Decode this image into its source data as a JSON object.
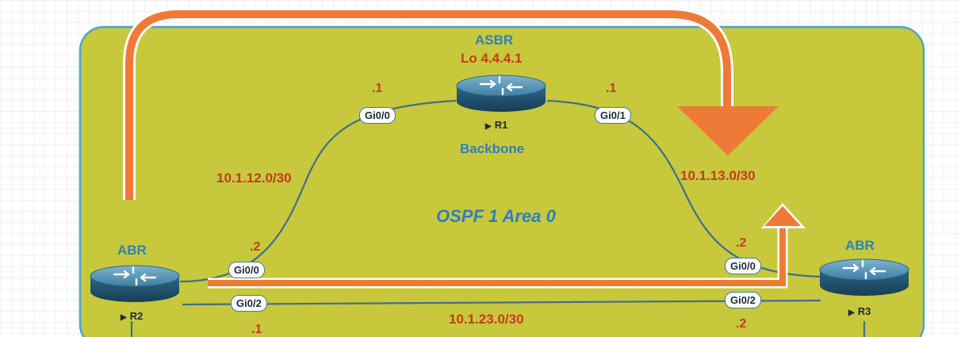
{
  "colors": {
    "area_fill": "#c7c83b",
    "area_border": "#4ea3c9",
    "link": "#3f6f8c",
    "arrow": "#ef7a38",
    "role_text": "#2f7fc0",
    "net_text": "#c83a1e"
  },
  "area": {
    "label": "OSPF 1 Area 0"
  },
  "routers": {
    "r1": {
      "role": "ASBR",
      "loopback": "Lo 4.4.4.1",
      "hostname": "R1",
      "caption": "Backbone",
      "icon": "router-icon"
    },
    "r2": {
      "role": "ABR",
      "hostname": "R2",
      "icon": "router-icon"
    },
    "r3": {
      "role": "ABR",
      "hostname": "R3",
      "icon": "router-icon"
    }
  },
  "networks": {
    "r1_r2": "10.1.12.0/30",
    "r1_r3": "10.1.13.0/30",
    "r2_r3": "10.1.23.0/30"
  },
  "interfaces": {
    "r1_gi00": {
      "name": "Gi0/0",
      "host": ".1"
    },
    "r1_gi01": {
      "name": "Gi0/1",
      "host": ".1"
    },
    "r2_gi00": {
      "name": "Gi0/0",
      "host": ".2"
    },
    "r2_gi02": {
      "name": "Gi0/2",
      "host": ".1"
    },
    "r3_gi00": {
      "name": "Gi0/0",
      "host": ".2"
    },
    "r3_gi02": {
      "name": "Gi0/2",
      "host": ".2"
    }
  },
  "icons": {
    "play_marker": "play-triangle-icon",
    "flow_arrow": "orange-flow-arrow"
  }
}
